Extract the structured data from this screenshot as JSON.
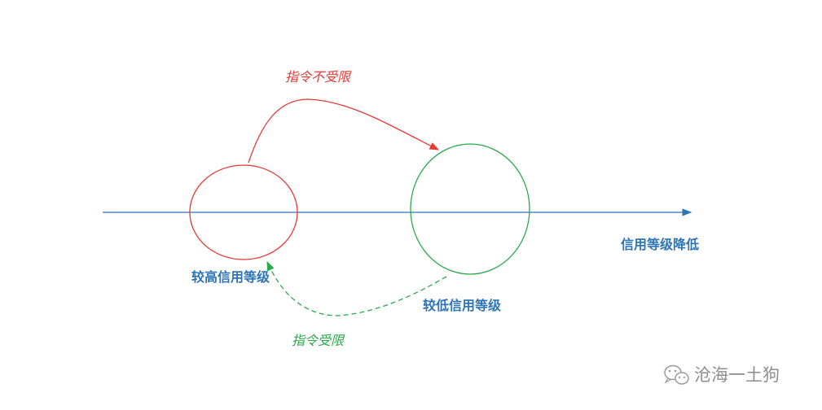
{
  "axis": {
    "label": "信用等级降低",
    "color": "#2e75b6"
  },
  "nodes": {
    "high": {
      "label": "较高信用等级",
      "circle_color": "#e53935",
      "label_color": "#2e75b6"
    },
    "low": {
      "label": "较低信用等级",
      "circle_color": "#2aa84a",
      "label_color": "#2e75b6"
    }
  },
  "edges": {
    "unrestricted": {
      "label": "指令不受限",
      "color": "#e53935",
      "style": "solid",
      "from": "high",
      "to": "low"
    },
    "restricted": {
      "label": "指令受限",
      "color": "#2aa84a",
      "style": "dashed",
      "from": "low",
      "to": "high"
    }
  },
  "watermark": {
    "text": "沧海一土狗",
    "icon": "wechat-icon",
    "color": "#9a9a9a"
  }
}
